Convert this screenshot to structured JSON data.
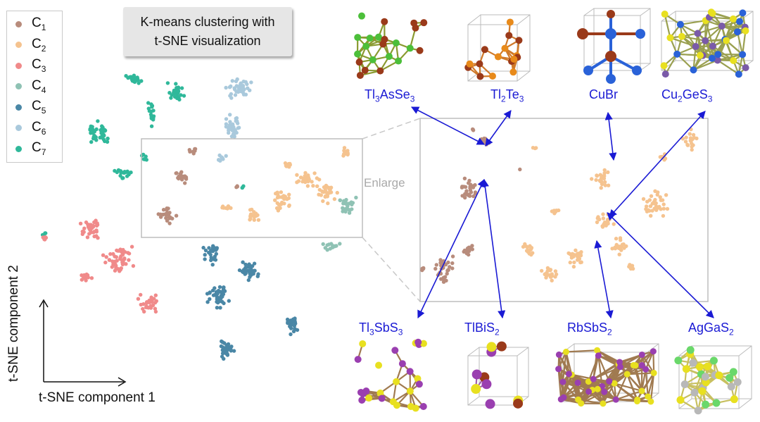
{
  "title": {
    "line1": "K-means clustering with",
    "line2": "t-SNE visualization"
  },
  "enlarge_label": "Enlarge",
  "chart_data": {
    "type": "scatter",
    "xlabel": "t-SNE component 1",
    "ylabel": "t-SNE component 2",
    "grid": false,
    "legend_position": "top-left",
    "series": [
      {
        "name": "C1",
        "sub": "1",
        "color": "#b88c7c"
      },
      {
        "name": "C2",
        "sub": "2",
        "color": "#f5c38f"
      },
      {
        "name": "C3",
        "sub": "3",
        "color": "#f08a8a"
      },
      {
        "name": "C4",
        "sub": "4",
        "color": "#8fc2b4"
      },
      {
        "name": "C5",
        "sub": "5",
        "color": "#4a87a6"
      },
      {
        "name": "C6",
        "sub": "6",
        "color": "#a9c9dc"
      },
      {
        "name": "C7",
        "sub": "7",
        "color": "#2fb89a"
      }
    ]
  },
  "materials": {
    "top": [
      {
        "name": "Tl",
        "s1": "3",
        "m": "AsSe",
        "s2": "3"
      },
      {
        "name": "Tl",
        "s1": "2",
        "m": "Te",
        "s2": "3"
      },
      {
        "name": "CuBr",
        "s1": "",
        "m": "",
        "s2": ""
      },
      {
        "name": "Cu",
        "s1": "2",
        "m": "GeS",
        "s2": "3"
      }
    ],
    "bottom": [
      {
        "name": "Tl",
        "s1": "3",
        "m": "SbS",
        "s2": "3"
      },
      {
        "name": "TlBiS",
        "s1": "2",
        "m": "",
        "s2": ""
      },
      {
        "name": "RbSbS",
        "s1": "2",
        "m": "",
        "s2": ""
      },
      {
        "name": "AgGaS",
        "s1": "2",
        "m": "",
        "s2": ""
      }
    ]
  },
  "colors": {
    "arrow": "#1a1ad4",
    "atom_green": "#4cbf3a",
    "atom_orange": "#e88a1a",
    "atom_brown": "#9a3a1a",
    "atom_blue": "#2a62d8",
    "atom_yellow": "#e8e020",
    "atom_purple": "#9a3fb0",
    "atom_grey": "#b8b8b8"
  }
}
